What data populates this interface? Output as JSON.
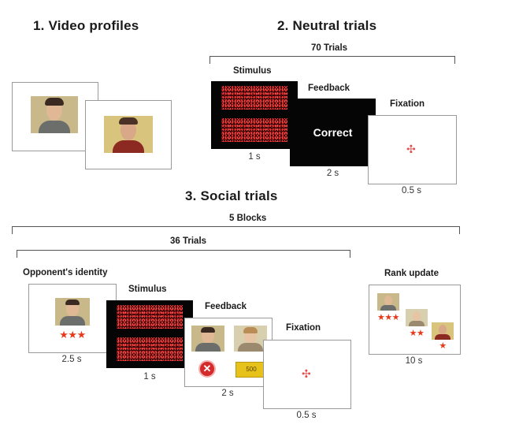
{
  "sections": {
    "video_profiles": "1. Video profiles",
    "neutral_trials": "2. Neutral trials",
    "social_trials": "3. Social trials"
  },
  "neutral": {
    "bracket_label": "70 Trials",
    "stimulus_label": "Stimulus",
    "feedback_label": "Feedback",
    "fixation_label": "Fixation",
    "feedback_text": "Correct",
    "stimulus_duration": "1 s",
    "feedback_duration": "2 s",
    "fixation_duration": "0.5 s"
  },
  "social": {
    "blocks_label": "5 Blocks",
    "trials_label": "36 Trials",
    "opponent_label": "Opponent's identity",
    "stimulus_label": "Stimulus",
    "feedback_label": "Feedback",
    "fixation_label": "Fixation",
    "rank_label": "Rank update",
    "opponent_stars": "★★★",
    "opponent_duration": "2.5 s",
    "stimulus_duration": "1 s",
    "feedback_duration": "2 s",
    "fixation_duration": "0.5 s",
    "rank_duration": "10 s",
    "token_value": "500",
    "rank_stars": [
      "★★★",
      "★★",
      "★"
    ]
  },
  "colors": {
    "star": "#e8391c",
    "fixation": "#e05050",
    "wrong_mark": "#d42a2a",
    "token": "#e6c21a"
  }
}
